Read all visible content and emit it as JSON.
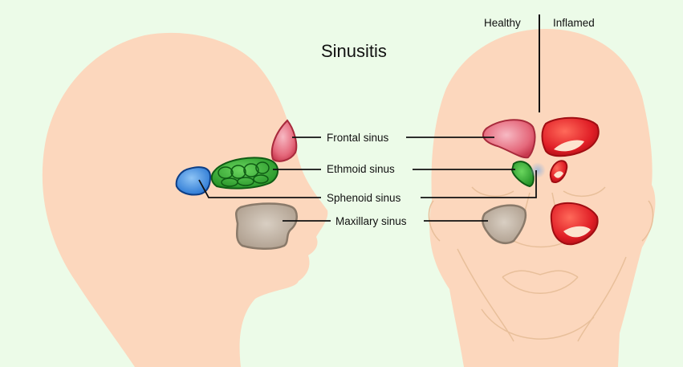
{
  "title": "Sinusitis",
  "header": {
    "healthy": "Healthy",
    "inflamed": "Inflamed"
  },
  "labels": {
    "frontal": "Frontal sinus",
    "ethmoid": "Ethmoid sinus",
    "sphenoid": "Sphenoid sinus",
    "maxillary": "Maxillary sinus"
  },
  "colors": {
    "background": "#ecfbe8",
    "skin": "#fcd7bd",
    "skin_outline": "#e8bf9a",
    "frontal_healthy": "#e5697c",
    "inflamed": "#e01e26",
    "ethmoid": "#2aa52a",
    "sphenoid": "#2e7fd6",
    "maxillary": "#b8a898"
  }
}
